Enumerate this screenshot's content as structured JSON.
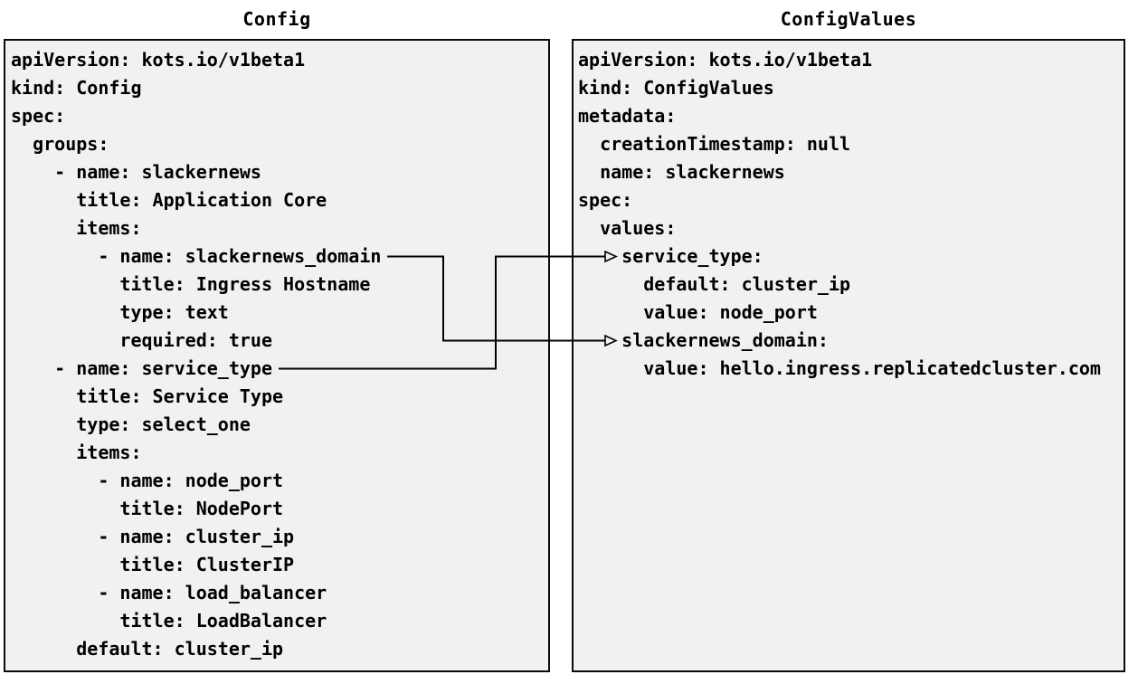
{
  "diagram": {
    "left_panel": {
      "title": "Config",
      "yaml_lines": [
        "apiVersion: kots.io/v1beta1",
        "kind: Config",
        "spec:",
        "  groups:",
        "    - name: slackernews",
        "      title: Application Core",
        "      items:",
        "        - name: slackernews_domain",
        "          title: Ingress Hostname",
        "          type: text",
        "          required: true",
        "    - name: service_type",
        "      title: Service Type",
        "      type: select_one",
        "      items:",
        "        - name: node_port",
        "          title: NodePort",
        "        - name: cluster_ip",
        "          title: ClusterIP",
        "        - name: load_balancer",
        "          title: LoadBalancer",
        "      default: cluster_ip"
      ]
    },
    "right_panel": {
      "title": "ConfigValues",
      "yaml_lines": [
        "apiVersion: kots.io/v1beta1",
        "kind: ConfigValues",
        "metadata:",
        "  creationTimestamp: null",
        "  name: slackernews",
        "spec:",
        "  values:",
        "    service_type:",
        "      default: cluster_ip",
        "      value: node_port",
        "    slackernews_domain:",
        "      value: hello.ingress.replicatedcluster.com"
      ]
    },
    "connections": [
      {
        "from": "Config items slackernews_domain",
        "to": "ConfigValues values slackernews_domain"
      },
      {
        "from": "Config items service_type",
        "to": "ConfigValues values service_type"
      }
    ],
    "colors": {
      "panel_background": "#f1f1f2",
      "panel_border": "#0a0a0a",
      "text": "#000000",
      "arrow": "#000000",
      "page_background": "#ffffff"
    }
  }
}
